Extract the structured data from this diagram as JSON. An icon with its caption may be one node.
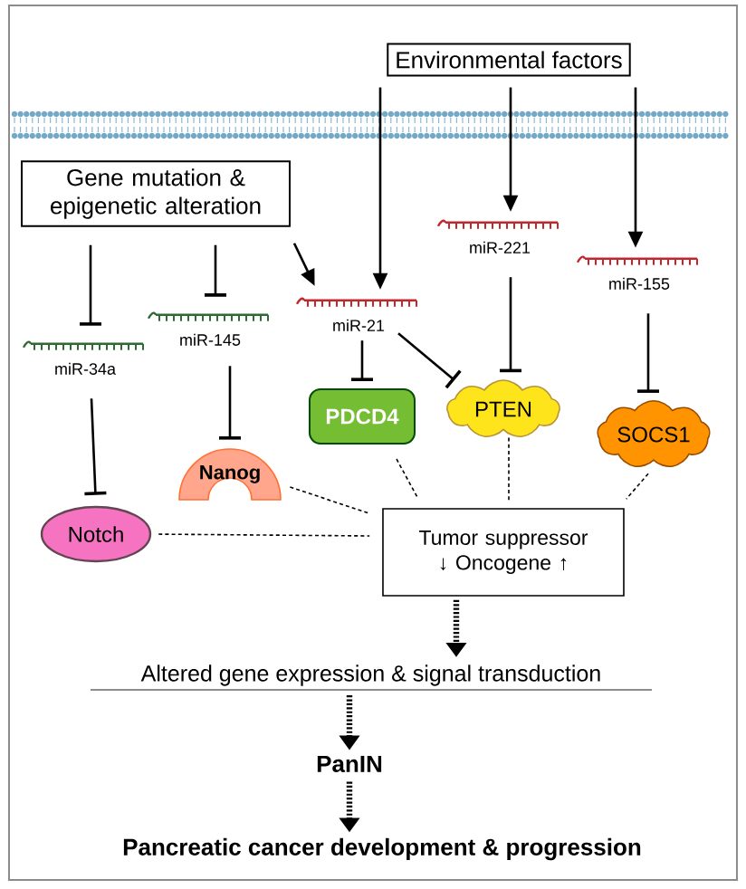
{
  "diagram": {
    "nodes": [
      {
        "text": [
          "Environmental factors"
        ]
      },
      {
        "text": [
          "Gene mutation & epigenetic alteration"
        ]
      },
      {
        "text": [
          "miR-34a"
        ]
      },
      {
        "text": [
          "miR-145"
        ]
      },
      {
        "text": [
          "miR-21"
        ]
      },
      {
        "text": [
          "miR-221"
        ]
      },
      {
        "text": [
          "miR-155"
        ]
      },
      {
        "text": [
          "Notch"
        ]
      },
      {
        "text": [
          "Nanog"
        ]
      },
      {
        "text": [
          "PDCD4"
        ]
      },
      {
        "text": [
          "PTEN"
        ]
      },
      {
        "text": [
          "SOCS1"
        ]
      },
      {
        "text": [
          "Tumor suppressor ↓ Oncogene ↑"
        ]
      },
      {
        "text": [
          "Altered gene expression & signal transduction"
        ]
      },
      {
        "text": [
          "PanIN"
        ]
      },
      {
        "text": [
          "Pancreatic cancer development & progression"
        ]
      }
    ],
    "edges": [
      {
        "from": 0,
        "to": 4,
        "arrow": "to"
      },
      {
        "from": 0,
        "to": 5,
        "arrow": "to"
      },
      {
        "from": 0,
        "to": 6,
        "arrow": "to"
      },
      {
        "from": 1,
        "to": 2,
        "arrow": "other"
      },
      {
        "from": 1,
        "to": 3,
        "arrow": "other"
      },
      {
        "from": 1,
        "to": 4,
        "arrow": "to"
      },
      {
        "from": 2,
        "to": 7,
        "arrow": "other"
      },
      {
        "from": 3,
        "to": 8,
        "arrow": "other"
      },
      {
        "from": 4,
        "to": 9,
        "arrow": "other"
      },
      {
        "from": 4,
        "to": 10,
        "arrow": "other"
      },
      {
        "from": 5,
        "to": 10,
        "arrow": "other"
      },
      {
        "from": 6,
        "to": 11,
        "arrow": "other"
      },
      {
        "from": 7,
        "to": 12,
        "arrow": "none",
        "style": "dashed"
      },
      {
        "from": 8,
        "to": 12,
        "arrow": "none",
        "style": "dashed"
      },
      {
        "from": 9,
        "to": 12,
        "arrow": "none",
        "style": "dashed"
      },
      {
        "from": 10,
        "to": 12,
        "arrow": "none",
        "style": "dashed"
      },
      {
        "from": 11,
        "to": 12,
        "arrow": "none",
        "style": "dashed"
      },
      {
        "from": 12,
        "to": 13,
        "arrow": "to",
        "style": "dashed"
      },
      {
        "from": 13,
        "to": 14,
        "arrow": "to",
        "style": "dashed"
      },
      {
        "from": 14,
        "to": 15,
        "arrow": "to",
        "style": "dashed"
      }
    ]
  }
}
